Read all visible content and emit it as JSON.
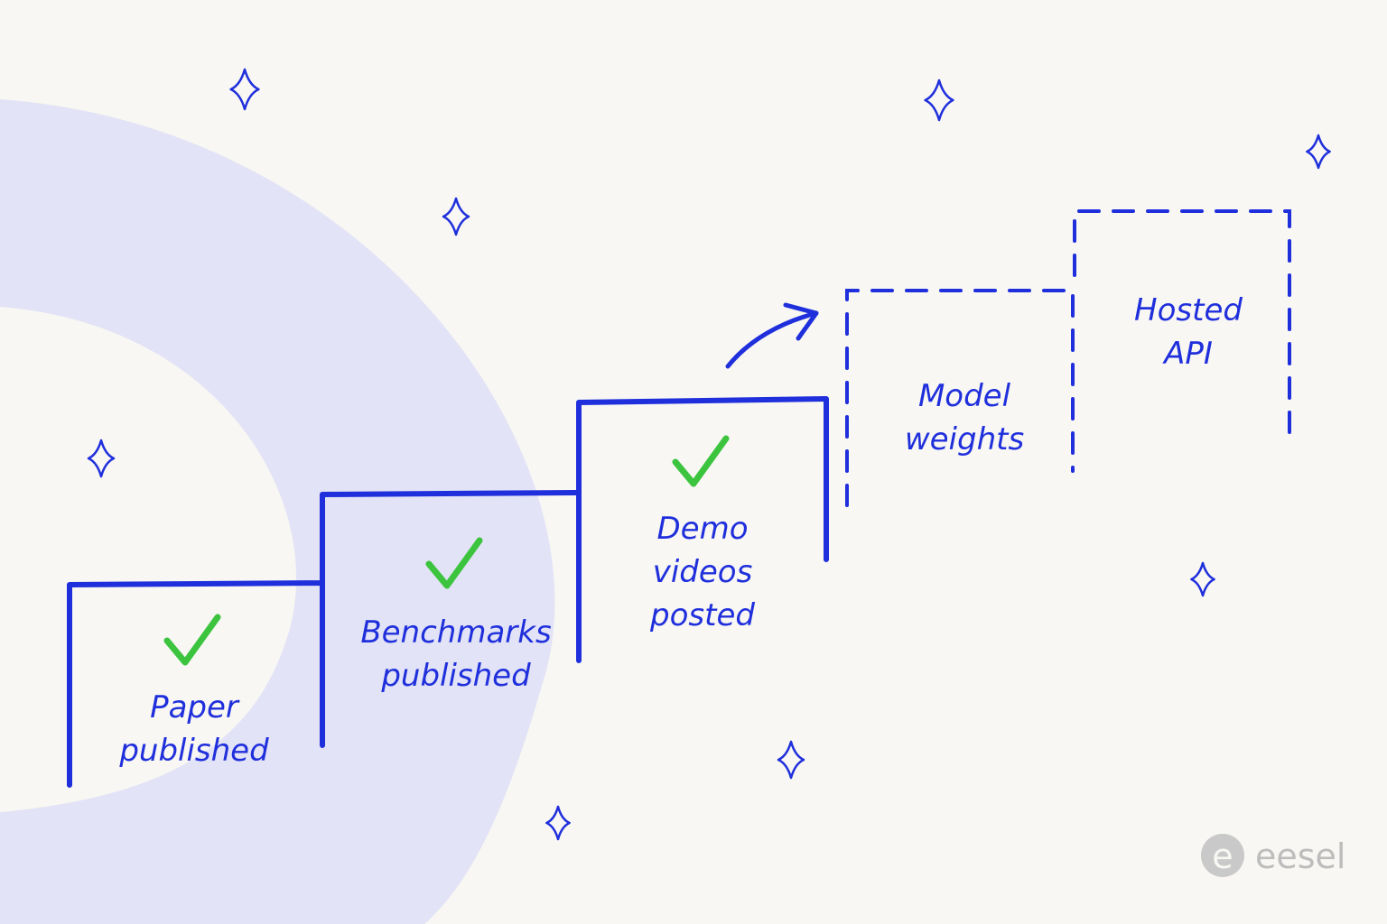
{
  "colors": {
    "background": "#f8f7f3",
    "ring": "#e2e3f6",
    "stroke": "#1f2fdc",
    "check": "#3cc43f",
    "brand": "#bdbdbd"
  },
  "steps": [
    {
      "lines": [
        "Paper",
        "published"
      ],
      "done": true
    },
    {
      "lines": [
        "Benchmarks",
        "published"
      ],
      "done": true
    },
    {
      "lines": [
        "Demo",
        "videos",
        "posted"
      ],
      "done": true
    },
    {
      "lines": [
        "Model",
        "weights"
      ],
      "done": false
    },
    {
      "lines": [
        "Hosted",
        "API"
      ],
      "done": false
    }
  ],
  "icons": {
    "sparkle": "sparkle-icon",
    "check": "check-icon",
    "arrow": "arrow-icon",
    "brand_logo": "eesel-logo-icon"
  },
  "brand": {
    "name": "eesel"
  }
}
